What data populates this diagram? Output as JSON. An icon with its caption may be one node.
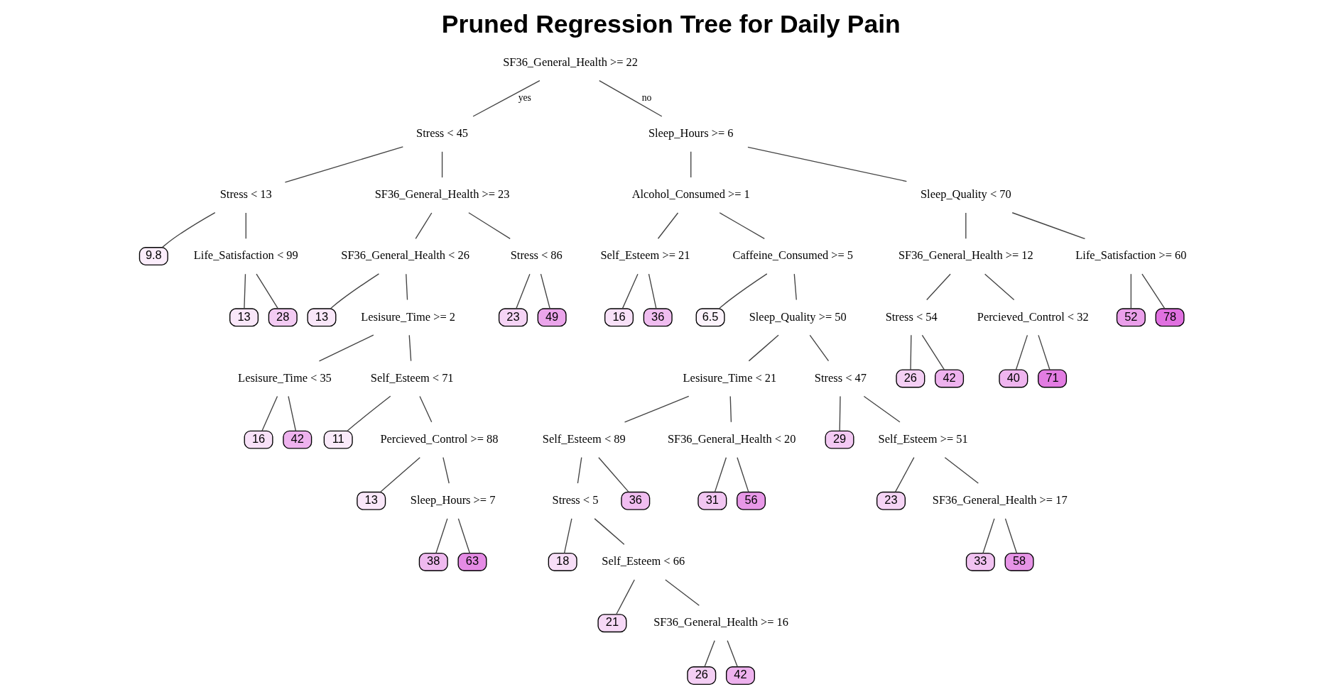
{
  "diagram": {
    "title": "Pruned Regression Tree for Daily Pain",
    "nodes": [
      {
        "text": [
          "SF36_General_Health >= 22"
        ]
      },
      {
        "text": [
          "Stress < 45"
        ]
      },
      {
        "text": [
          "Stress < 13"
        ]
      },
      {
        "text": [
          "9.8"
        ]
      },
      {
        "text": [
          "Life_Satisfaction < 99"
        ]
      },
      {
        "text": [
          "13"
        ]
      },
      {
        "text": [
          "28"
        ]
      },
      {
        "text": [
          "SF36_General_Health >= 23"
        ]
      },
      {
        "text": [
          "SF36_General_Health < 26"
        ]
      },
      {
        "text": [
          "13"
        ]
      },
      {
        "text": [
          "Lesisure_Time >= 2"
        ]
      },
      {
        "text": [
          "Lesisure_Time < 35"
        ]
      },
      {
        "text": [
          "16"
        ]
      },
      {
        "text": [
          "42"
        ]
      },
      {
        "text": [
          "Self_Esteem < 71"
        ]
      },
      {
        "text": [
          "11"
        ]
      },
      {
        "text": [
          "Percieved_Control >= 88"
        ]
      },
      {
        "text": [
          "13"
        ]
      },
      {
        "text": [
          "Sleep_Hours >= 7"
        ]
      },
      {
        "text": [
          "38"
        ]
      },
      {
        "text": [
          "63"
        ]
      },
      {
        "text": [
          "Stress < 86"
        ]
      },
      {
        "text": [
          "23"
        ]
      },
      {
        "text": [
          "49"
        ]
      },
      {
        "text": [
          "Sleep_Hours >= 6"
        ]
      },
      {
        "text": [
          "Alcohol_Consumed >= 1"
        ]
      },
      {
        "text": [
          "Self_Esteem >= 21"
        ]
      },
      {
        "text": [
          "16"
        ]
      },
      {
        "text": [
          "36"
        ]
      },
      {
        "text": [
          "Caffeine_Consumed >= 5"
        ]
      },
      {
        "text": [
          "6.5"
        ]
      },
      {
        "text": [
          "Sleep_Quality >= 50"
        ]
      },
      {
        "text": [
          "Lesisure_Time < 21"
        ]
      },
      {
        "text": [
          "Self_Esteem < 89"
        ]
      },
      {
        "text": [
          "Stress < 5"
        ]
      },
      {
        "text": [
          "18"
        ]
      },
      {
        "text": [
          "Self_Esteem < 66"
        ]
      },
      {
        "text": [
          "21"
        ]
      },
      {
        "text": [
          "SF36_General_Health >= 16"
        ]
      },
      {
        "text": [
          "26"
        ]
      },
      {
        "text": [
          "42"
        ]
      },
      {
        "text": [
          "36"
        ]
      },
      {
        "text": [
          "SF36_General_Health < 20"
        ]
      },
      {
        "text": [
          "31"
        ]
      },
      {
        "text": [
          "56"
        ]
      },
      {
        "text": [
          "Stress < 47"
        ]
      },
      {
        "text": [
          "29"
        ]
      },
      {
        "text": [
          "Self_Esteem >= 51"
        ]
      },
      {
        "text": [
          "23"
        ]
      },
      {
        "text": [
          "SF36_General_Health >= 17"
        ]
      },
      {
        "text": [
          "33"
        ]
      },
      {
        "text": [
          "58"
        ]
      },
      {
        "text": [
          "Sleep_Quality < 70"
        ]
      },
      {
        "text": [
          "SF36_General_Health >= 12"
        ]
      },
      {
        "text": [
          "Stress < 54"
        ]
      },
      {
        "text": [
          "26"
        ]
      },
      {
        "text": [
          "42"
        ]
      },
      {
        "text": [
          "Percieved_Control < 32"
        ]
      },
      {
        "text": [
          "40"
        ]
      },
      {
        "text": [
          "71"
        ]
      },
      {
        "text": [
          "Life_Satisfaction >= 60"
        ]
      },
      {
        "text": [
          "52"
        ]
      },
      {
        "text": [
          "78"
        ]
      }
    ],
    "edges": [
      {
        "from": 0,
        "to": 1,
        "arrow": "none",
        "label": "yes"
      },
      {
        "from": 1,
        "to": 2,
        "arrow": "none"
      },
      {
        "from": 2,
        "to": 3,
        "arrow": "none"
      },
      {
        "from": 2,
        "to": 4,
        "arrow": "none"
      },
      {
        "from": 4,
        "to": 5,
        "arrow": "none"
      },
      {
        "from": 4,
        "to": 6,
        "arrow": "none"
      },
      {
        "from": 1,
        "to": 7,
        "arrow": "none"
      },
      {
        "from": 7,
        "to": 8,
        "arrow": "none"
      },
      {
        "from": 8,
        "to": 9,
        "arrow": "none"
      },
      {
        "from": 8,
        "to": 10,
        "arrow": "none"
      },
      {
        "from": 10,
        "to": 11,
        "arrow": "none"
      },
      {
        "from": 11,
        "to": 12,
        "arrow": "none"
      },
      {
        "from": 11,
        "to": 13,
        "arrow": "none"
      },
      {
        "from": 10,
        "to": 14,
        "arrow": "none"
      },
      {
        "from": 14,
        "to": 15,
        "arrow": "none"
      },
      {
        "from": 14,
        "to": 16,
        "arrow": "none"
      },
      {
        "from": 16,
        "to": 17,
        "arrow": "none"
      },
      {
        "from": 16,
        "to": 18,
        "arrow": "none"
      },
      {
        "from": 18,
        "to": 19,
        "arrow": "none"
      },
      {
        "from": 18,
        "to": 20,
        "arrow": "none"
      },
      {
        "from": 7,
        "to": 21,
        "arrow": "none"
      },
      {
        "from": 21,
        "to": 22,
        "arrow": "none"
      },
      {
        "from": 21,
        "to": 23,
        "arrow": "none"
      },
      {
        "from": 0,
        "to": 24,
        "arrow": "none",
        "label": "no"
      },
      {
        "from": 24,
        "to": 25,
        "arrow": "none"
      },
      {
        "from": 25,
        "to": 26,
        "arrow": "none"
      },
      {
        "from": 26,
        "to": 27,
        "arrow": "none"
      },
      {
        "from": 26,
        "to": 28,
        "arrow": "none"
      },
      {
        "from": 25,
        "to": 29,
        "arrow": "none"
      },
      {
        "from": 29,
        "to": 30,
        "arrow": "none"
      },
      {
        "from": 29,
        "to": 31,
        "arrow": "none"
      },
      {
        "from": 31,
        "to": 32,
        "arrow": "none"
      },
      {
        "from": 32,
        "to": 33,
        "arrow": "none"
      },
      {
        "from": 33,
        "to": 34,
        "arrow": "none"
      },
      {
        "from": 34,
        "to": 35,
        "arrow": "none"
      },
      {
        "from": 34,
        "to": 36,
        "arrow": "none"
      },
      {
        "from": 36,
        "to": 37,
        "arrow": "none"
      },
      {
        "from": 36,
        "to": 38,
        "arrow": "none"
      },
      {
        "from": 38,
        "to": 39,
        "arrow": "none"
      },
      {
        "from": 38,
        "to": 40,
        "arrow": "none"
      },
      {
        "from": 33,
        "to": 41,
        "arrow": "none"
      },
      {
        "from": 32,
        "to": 42,
        "arrow": "none"
      },
      {
        "from": 42,
        "to": 43,
        "arrow": "none"
      },
      {
        "from": 42,
        "to": 44,
        "arrow": "none"
      },
      {
        "from": 31,
        "to": 45,
        "arrow": "none"
      },
      {
        "from": 45,
        "to": 46,
        "arrow": "none"
      },
      {
        "from": 45,
        "to": 47,
        "arrow": "none"
      },
      {
        "from": 47,
        "to": 48,
        "arrow": "none"
      },
      {
        "from": 47,
        "to": 49,
        "arrow": "none"
      },
      {
        "from": 49,
        "to": 50,
        "arrow": "none"
      },
      {
        "from": 49,
        "to": 51,
        "arrow": "none"
      },
      {
        "from": 24,
        "to": 52,
        "arrow": "none"
      },
      {
        "from": 52,
        "to": 53,
        "arrow": "none"
      },
      {
        "from": 53,
        "to": 54,
        "arrow": "none"
      },
      {
        "from": 54,
        "to": 55,
        "arrow": "none"
      },
      {
        "from": 54,
        "to": 56,
        "arrow": "none"
      },
      {
        "from": 53,
        "to": 57,
        "arrow": "none"
      },
      {
        "from": 57,
        "to": 58,
        "arrow": "none"
      },
      {
        "from": 57,
        "to": 59,
        "arrow": "none"
      },
      {
        "from": 52,
        "to": 60,
        "arrow": "none"
      },
      {
        "from": 60,
        "to": 61,
        "arrow": "none"
      },
      {
        "from": 60,
        "to": 62,
        "arrow": "none"
      }
    ]
  }
}
